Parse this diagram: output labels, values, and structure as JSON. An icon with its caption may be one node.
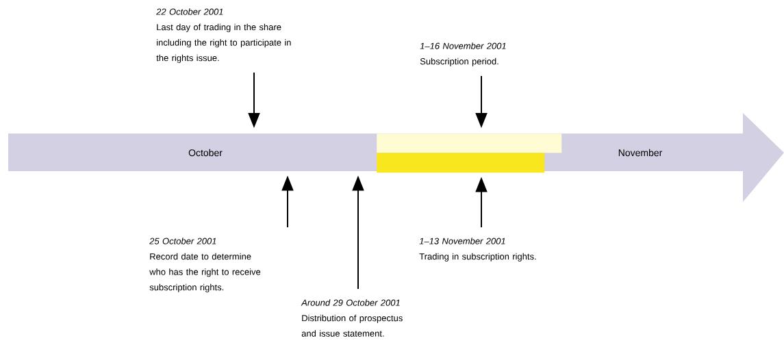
{
  "diagram": {
    "nodes": [
      {
        "text": [
          "October",
          "November"
        ]
      },
      {
        "text": [],
        "shape": "bar",
        "in": 0
      },
      {
        "text": [],
        "shape": "bar",
        "in": 0
      },
      {
        "text": [
          "22 October 2001",
          "Last day of trading in the share including the right to participate in the rights issue."
        ]
      },
      {
        "text": [
          "1–16 November 2001",
          "Subscription period."
        ]
      },
      {
        "text": [
          "25 October 2001",
          "Record date to determine who has the right to receive subscription rights."
        ]
      },
      {
        "text": [
          "Around 29 October 2001",
          "Distribution of prospectus and issue statement."
        ]
      },
      {
        "text": [
          "1–13 November 2001",
          "Trading in subscription rights."
        ]
      }
    ],
    "edges": [
      {
        "from": 3,
        "to": 0,
        "arrow": "to"
      },
      {
        "from": 4,
        "to": 1,
        "arrow": "to"
      },
      {
        "from": 5,
        "to": 0,
        "arrow": "to"
      },
      {
        "from": 6,
        "to": 0,
        "arrow": "to"
      },
      {
        "from": 7,
        "to": 2,
        "arrow": "to"
      }
    ]
  }
}
